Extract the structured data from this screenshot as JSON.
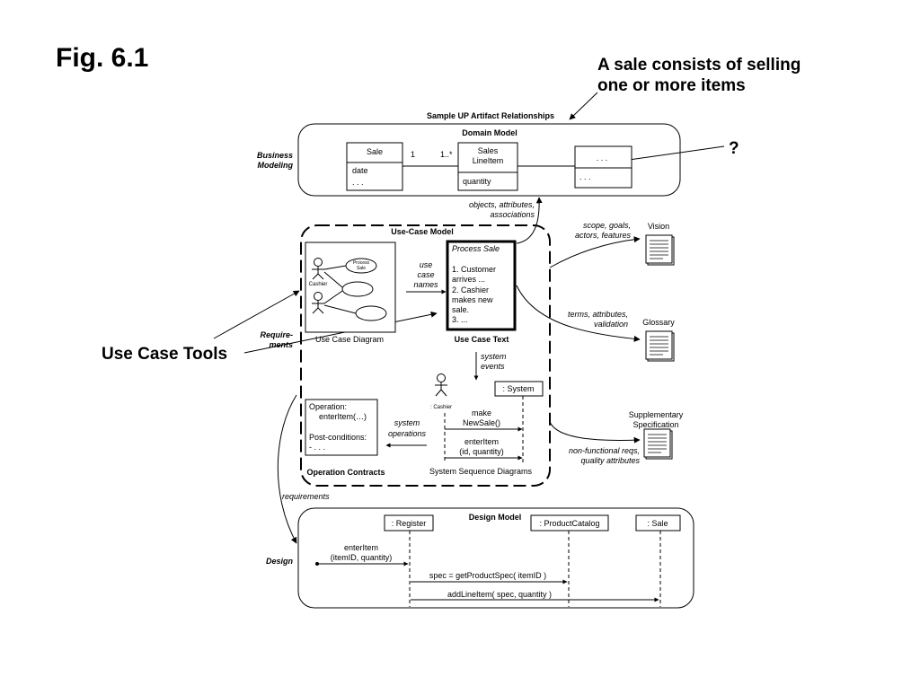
{
  "fig_title": "Fig. 6.1",
  "annotation_sale": [
    "A sale consists of selling",
    "one or more items"
  ],
  "annotation_question": "?",
  "annotation_use_case_tools": "Use Case Tools",
  "diagram_title": "Sample UP Artifact Relationships",
  "discipline_business": [
    "Business",
    "Modeling"
  ],
  "discipline_requirements": [
    "Require-",
    "ments"
  ],
  "discipline_design": "Design",
  "domain_model": {
    "title": "Domain Model",
    "sale": "Sale",
    "sale_attrs": [
      "date",
      ". . ."
    ],
    "mult_left": "1",
    "mult_right": "1..*",
    "lineitem": [
      "Sales",
      "LineItem"
    ],
    "lineitem_attr": "quantity",
    "other_top": ". . .",
    "other_bottom": ". . ."
  },
  "objects_label": [
    "objects, attributes,",
    "associations"
  ],
  "use_case_model": {
    "title": "Use-Case Model",
    "actor": "Cashier",
    "usecase_oval": [
      "Process",
      "Sale"
    ],
    "diagram_caption": "Use Case Diagram",
    "names_label": [
      "use",
      "case",
      "names"
    ],
    "text_title": "Process Sale",
    "text_lines": [
      "1. Customer",
      "arrives ...",
      "2. Cashier",
      "makes new",
      "sale.",
      "3. ..."
    ],
    "text_caption": "Use Case Text",
    "events_label": [
      "system",
      "events"
    ],
    "ssd_actor": ": Cashier",
    "ssd_system": ": System",
    "msg1": [
      "make",
      "NewSale()"
    ],
    "msg2": [
      "enterItem",
      "(id, quantity)"
    ],
    "ssd_caption": "System Sequence Diagrams",
    "ops_label": [
      "system",
      "operations"
    ],
    "contract_lines": [
      "Operation:",
      "enterItem(…)",
      "",
      "Post-conditions:",
      "- . . ."
    ],
    "contract_caption": "Operation Contracts"
  },
  "vision": {
    "label": "Vision",
    "arrow": [
      "scope, goals,",
      "actors, features"
    ]
  },
  "glossary": {
    "label": "Glossary",
    "arrow": [
      "terms, attributes,",
      "validation"
    ]
  },
  "supplementary": {
    "label": [
      "Supplementary",
      "Specification"
    ],
    "arrow": [
      "non-functional reqs,",
      "quality attributes"
    ]
  },
  "requirements_label": "requirements",
  "design_model": {
    "title": "Design Model",
    "register": ": Register",
    "catalog": ": ProductCatalog",
    "sale": ": Sale",
    "msg1": [
      "enterItem",
      "(itemID, quantity)"
    ],
    "msg2": "spec = getProductSpec( itemID )",
    "msg3": "addLineItem( spec, quantity )"
  }
}
